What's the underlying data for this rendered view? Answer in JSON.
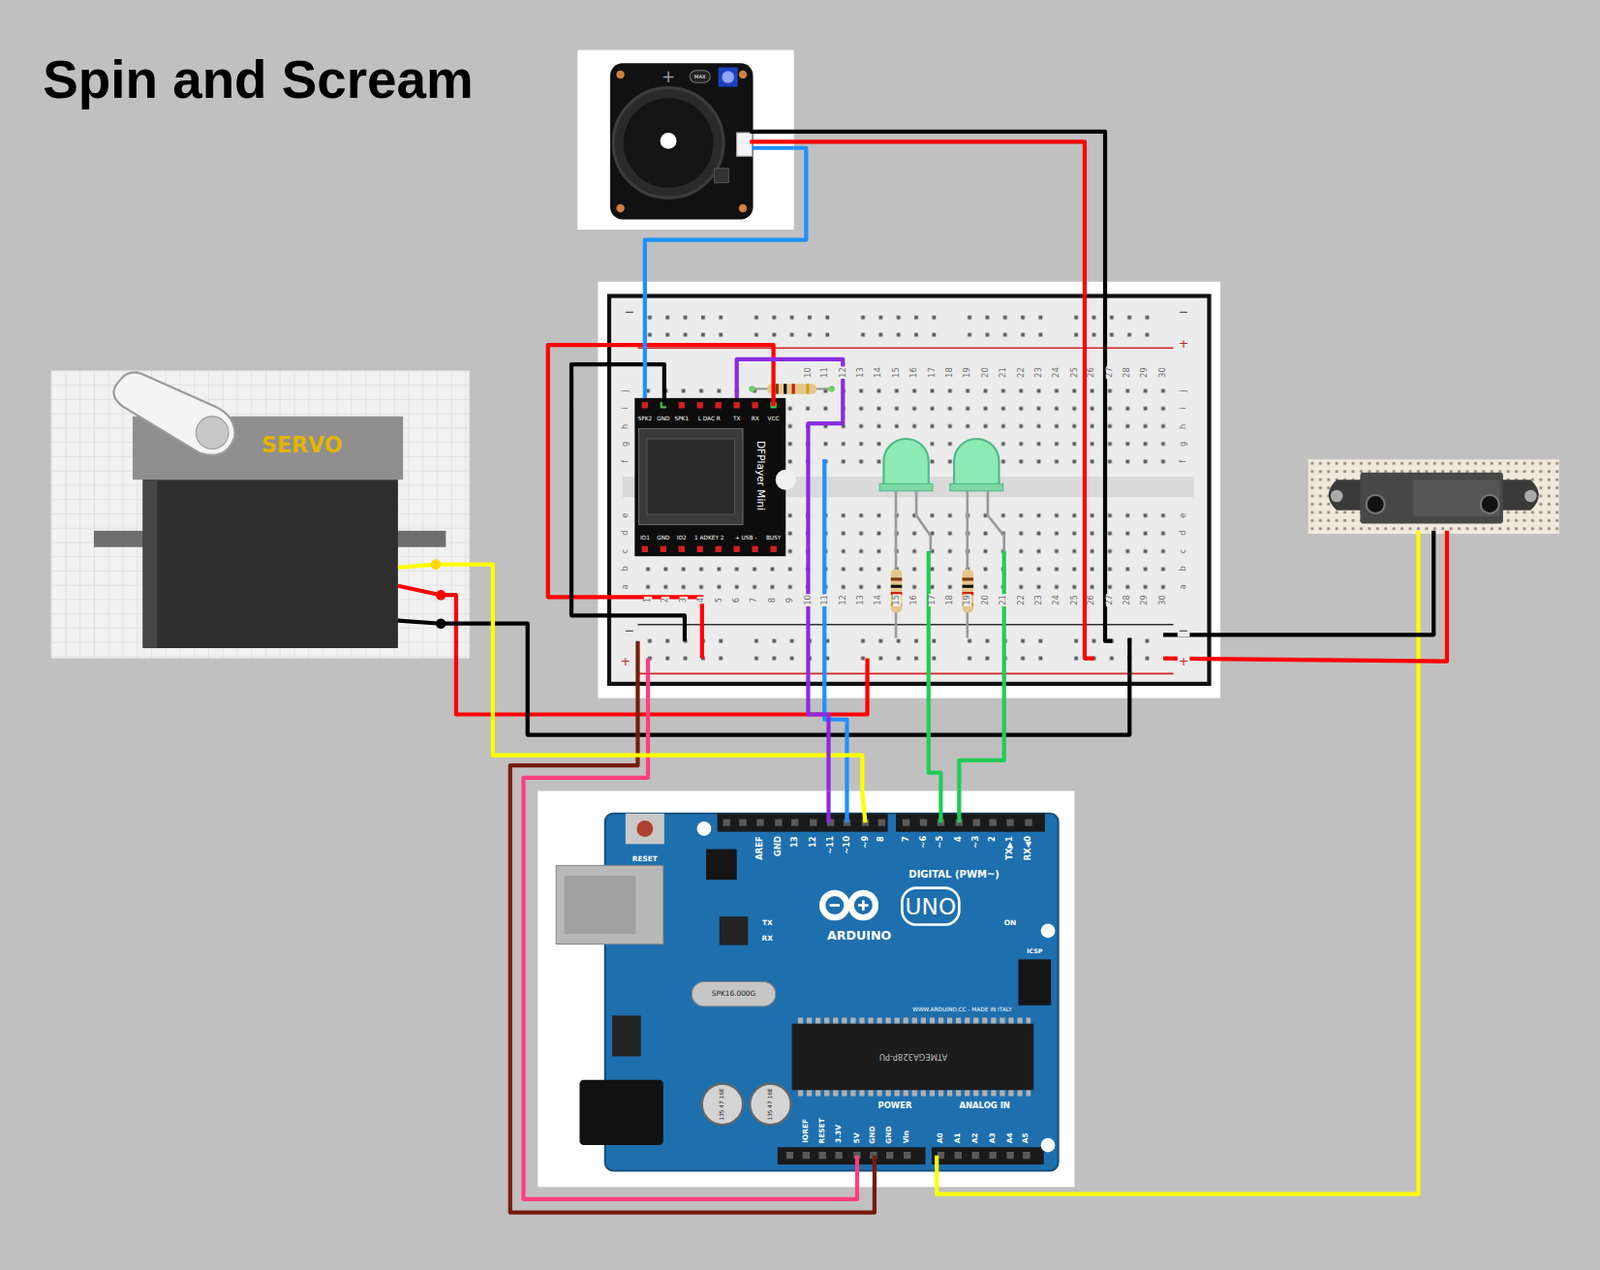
{
  "diagram": {
    "title": "Spin and Scream",
    "nodes": [
      {
        "text": [
          "+",
          "MAX"
        ]
      },
      {
        "text": [
          "SERVO"
        ]
      },
      {
        "text": [
          "SPK2",
          "GND",
          "SPK1",
          "L DAC R",
          "TX",
          "RX",
          "VCC",
          "DFPlayer Mini",
          "IO1",
          "GND",
          "IO2",
          "1 ADKEY 2",
          "+ USB -",
          "BUSY"
        ]
      },
      {
        "text": [
          "RESET",
          "AREF",
          "GND",
          "13",
          "12",
          "~11",
          "~10",
          "~9",
          "8",
          "7",
          "~6",
          "~5",
          "4",
          "~3",
          "2",
          "TX▶1",
          "RX◀0",
          "DIGITAL (PWM~)",
          "UNO",
          "ARDUINO",
          "TX",
          "RX",
          "ON",
          "ICSP",
          "SPK16.000G",
          "WWW.ARDUINO.CC - MADE IN ITALY",
          "ATMEGA328P-PU",
          "135 47 16E",
          "135 47 16E",
          "POWER",
          "ANALOG IN",
          "IOREF",
          "RESET",
          "3.3V",
          "5V",
          "GND",
          "GND",
          "Vin",
          "A0",
          "A1",
          "A2",
          "A3",
          "A4",
          "A5"
        ]
      }
    ],
    "edges": [
      {
        "from": 0,
        "to": 2,
        "arrow": "none"
      },
      {
        "from": 1,
        "to": 3,
        "arrow": "none"
      },
      {
        "from": 3,
        "to": 2,
        "arrow": "none"
      }
    ],
    "labels": [
      "−",
      "−",
      "+",
      "−",
      "+",
      "−",
      "+",
      "10",
      "11",
      "12",
      "13",
      "14",
      "15",
      "16",
      "17",
      "18",
      "19",
      "20",
      "21",
      "22",
      "23",
      "24",
      "25",
      "26",
      "27",
      "28",
      "29",
      "30",
      "1",
      "2",
      "3",
      "4",
      "5",
      "6",
      "7",
      "8",
      "9",
      "10",
      "11",
      "12",
      "13",
      "14",
      "15",
      "16",
      "17",
      "18",
      "19",
      "20",
      "21",
      "22",
      "23",
      "24",
      "25",
      "26",
      "27",
      "28",
      "29",
      "30",
      "j",
      "i",
      "h",
      "g",
      "f",
      "e",
      "d",
      "c",
      "b",
      "a",
      "j",
      "i",
      "h",
      "g",
      "f",
      "e",
      "d",
      "c",
      "b",
      "a"
    ]
  }
}
